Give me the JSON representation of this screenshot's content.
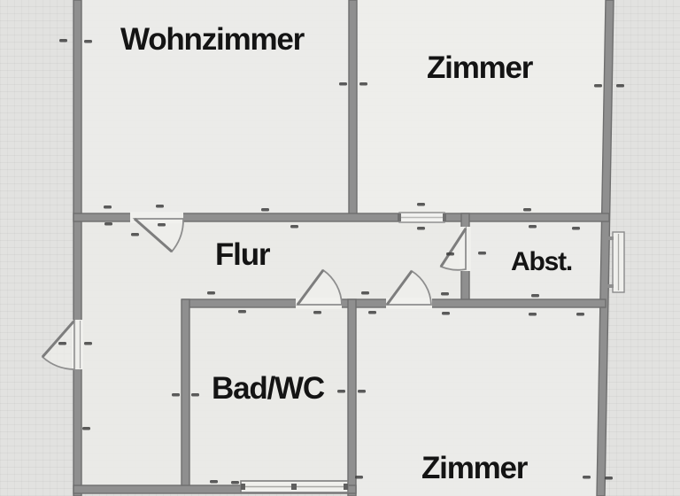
{
  "document": {
    "kind": "floor-plan",
    "language": "de"
  },
  "rooms": [
    {
      "id": "wohnzimmer",
      "label": "Wohnzimmer"
    },
    {
      "id": "zimmer-oben",
      "label": "Zimmer"
    },
    {
      "id": "flur",
      "label": "Flur"
    },
    {
      "id": "abstellraum",
      "label": "Abst."
    },
    {
      "id": "bad-wc",
      "label": "Bad/WC"
    },
    {
      "id": "zimmer-unten",
      "label": "Zimmer"
    }
  ],
  "elements": {
    "doors": [
      "door-wohnzimmer-flur",
      "door-zimmer-oben-flur",
      "door-abstellraum-flur",
      "door-bad-wc-flur",
      "door-zimmer-unten-flur",
      "door-entrance-left-wall"
    ],
    "windows": [
      "window-abstellraum-right-wall",
      "window-bad-wc-bottom-wall"
    ]
  },
  "colors": {
    "wall": "#8f8f8f",
    "wall_edge": "#6e6e6e",
    "floor": "#ecece9",
    "outside": "#e2e2e0",
    "text": "#141414"
  }
}
